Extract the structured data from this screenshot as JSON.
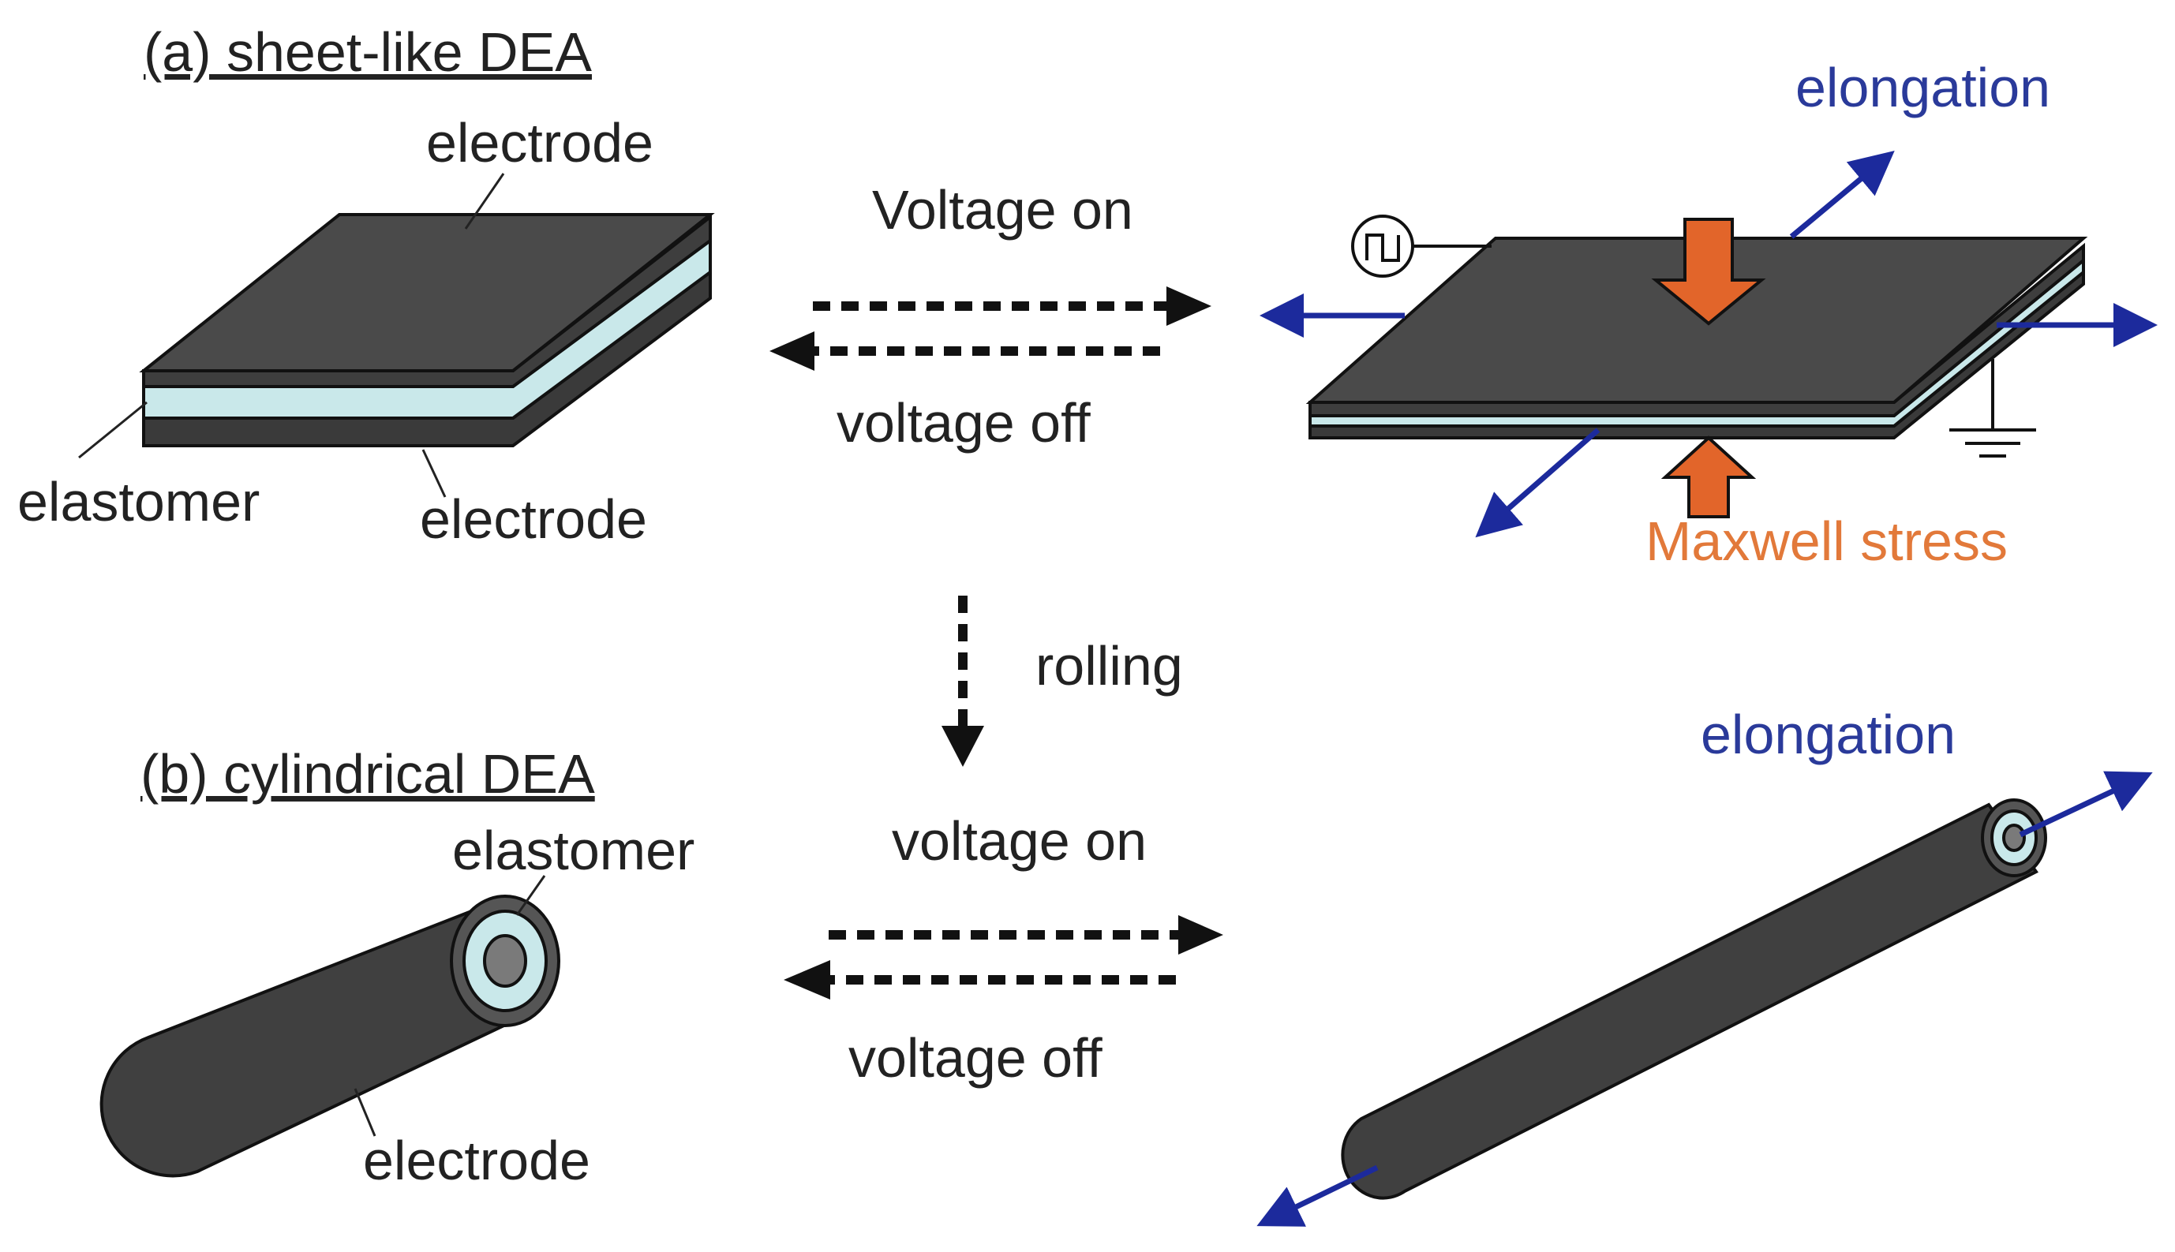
{
  "sheet": {
    "title": "(a) sheet-like DEA",
    "electrode_top": "electrode",
    "elastomer": "elastomer",
    "electrode_bottom": "electrode"
  },
  "transition_top": {
    "on": "Voltage on",
    "off": "voltage off"
  },
  "actuated_sheet": {
    "elongation": "elongation",
    "stress": "Maxwell stress"
  },
  "rolling": "rolling",
  "cylinder": {
    "title": "(b) cylindrical DEA",
    "elastomer": "elastomer",
    "electrode": "electrode"
  },
  "transition_bottom": {
    "on": "voltage on",
    "off": "voltage off"
  },
  "actuated_cylinder": {
    "elongation": "elongation"
  },
  "colors": {
    "electrode": "#4a4a4a",
    "elastomer": "#c9e8ea",
    "arrow_blue": "#1c2a9c",
    "arrow_orange": "#e2652a",
    "text_blue": "#2a3a9a",
    "text_orange": "#e2793a"
  }
}
